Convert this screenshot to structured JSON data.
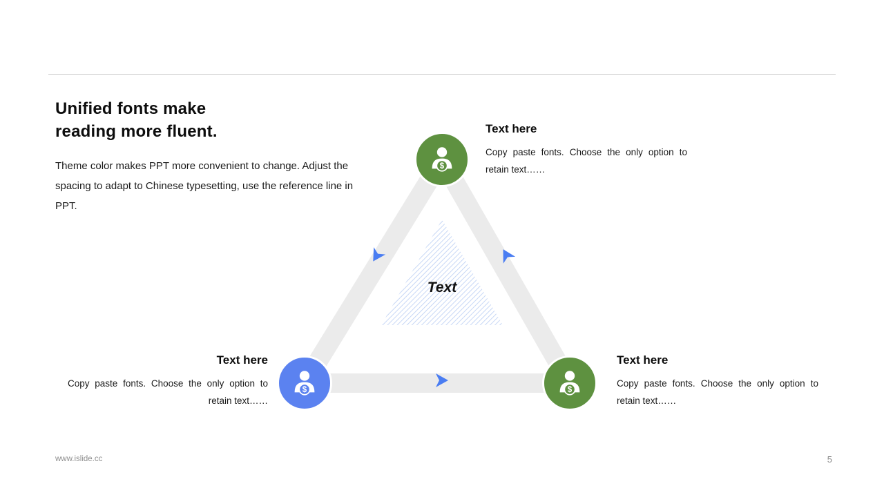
{
  "colors": {
    "green": "#5e9140",
    "blue": "#5b82f0",
    "arrow": "#4a7df2",
    "band": "#ebebeb",
    "hatch": "#b9cdf3",
    "divider": "#c8c8c8"
  },
  "header": {
    "title_lines": [
      "Unified fonts make",
      "reading more fluent."
    ],
    "paragraph": "Theme color makes PPT more convenient to change. Adjust the spacing to adapt to Chinese typesetting, use the reference line in PPT."
  },
  "diagram": {
    "center_label": "Text",
    "dollar": "$",
    "nodes": {
      "top": {
        "heading": "Text here",
        "body": "Copy paste fonts. Choose the only option to retain text……"
      },
      "bottom_left": {
        "heading": "Text here",
        "body": "Copy paste fonts. Choose the only option to retain text……"
      },
      "bottom_right": {
        "heading": "Text here",
        "body": "Copy paste fonts. Choose the only option to retain text……"
      }
    }
  },
  "footer": {
    "site": "www.islide.cc",
    "page": "5"
  }
}
